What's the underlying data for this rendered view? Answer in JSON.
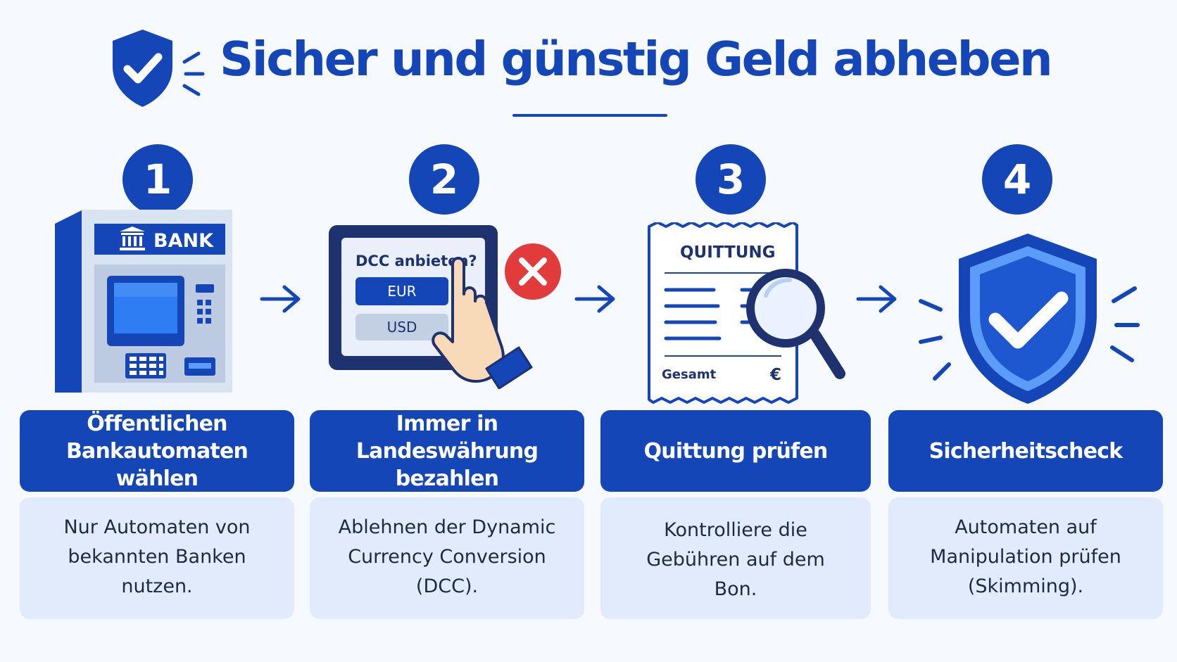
{
  "header": {
    "title": "Sicher und günstig Geld abheben",
    "icon": "shield-check-icon"
  },
  "colors": {
    "primary": "#1446b8",
    "light_panel": "#e1ebfb",
    "background": "#f6f9fe",
    "alert_red": "#e23b3b"
  },
  "steps": [
    {
      "number": "1",
      "icon": "atm-icon",
      "title": "Öffentlichen Bankautomaten wählen",
      "description": "Nur Automaten von bekannten Banken nutzen.",
      "illustration": {
        "bank_label": "BANK"
      }
    },
    {
      "number": "2",
      "icon": "dcc-screen-icon",
      "title": "Immer in Landeswährung bezahlen",
      "description": "Ablehnen der Dynamic Currency Conversion (DCC).",
      "illustration": {
        "question": "DCC anbieten?",
        "option_1": "EUR",
        "option_2": "USD"
      }
    },
    {
      "number": "3",
      "icon": "receipt-magnifier-icon",
      "title": "Quittung prüfen",
      "description": "Kontrolliere die Gebühren auf dem Bon.",
      "illustration": {
        "receipt_title": "QUITTUNG",
        "total_label": "Gesamt",
        "currency": "€"
      }
    },
    {
      "number": "4",
      "icon": "security-shield-icon",
      "title": "Sicherheitscheck",
      "description": "Automaten auf Manipulation prüfen (Skimming)."
    }
  ]
}
